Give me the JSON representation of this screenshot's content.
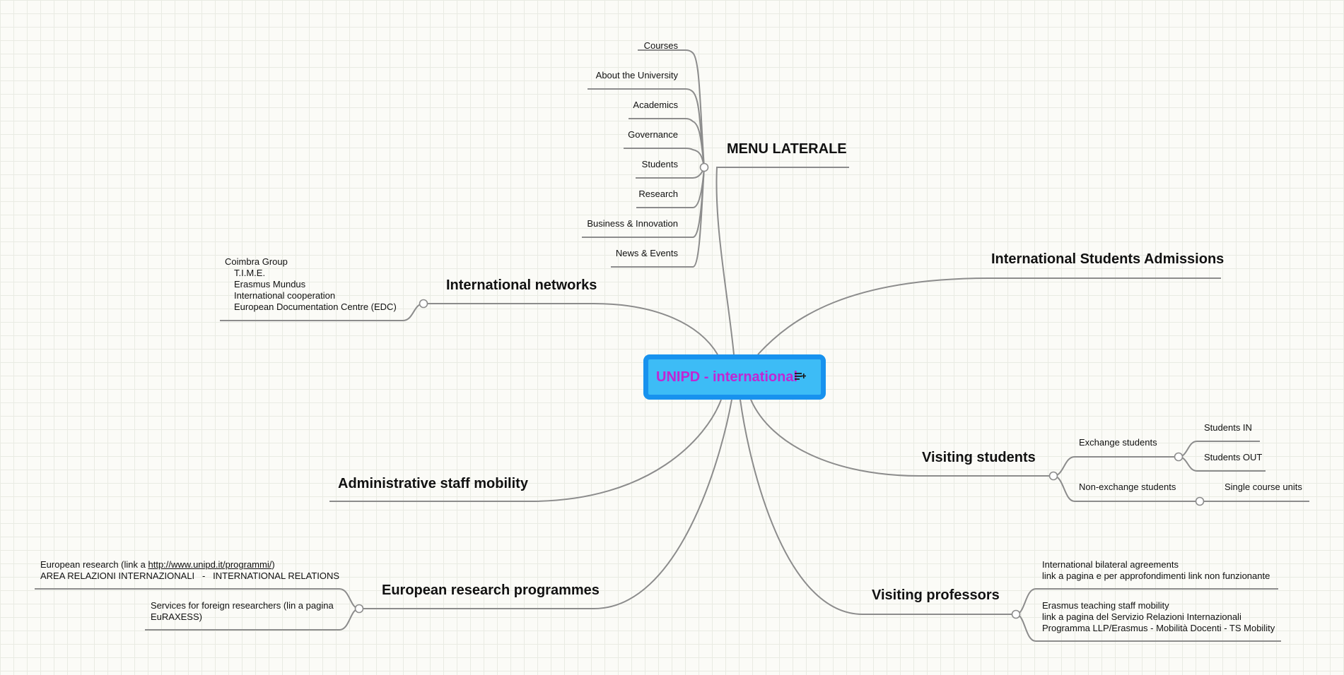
{
  "root": {
    "title": "UNIPD - international",
    "icon": "note-icon"
  },
  "menu_laterale": {
    "title": "MENU LATERALE",
    "items": [
      "Courses",
      "About the University",
      "Academics",
      "Governance",
      "Students",
      "Research",
      "Business & Innovation",
      "News & Events"
    ]
  },
  "international_networks": {
    "title": "International networks",
    "lines": [
      "Coimbra Group",
      "T.I.M.E.",
      "Erasmus Mundus",
      "International cooperation",
      "European Documentation Centre (EDC)"
    ]
  },
  "international_students_admissions": {
    "title": "International Students Admissions"
  },
  "administrative_staff_mobility": {
    "title": "Administrative staff mobility"
  },
  "visiting_students": {
    "title": "Visiting students",
    "exchange": {
      "label": "Exchange students",
      "children": [
        "Students IN",
        "Students OUT"
      ]
    },
    "non_exchange": {
      "label": "Non-exchange students",
      "children": [
        "Single course units"
      ]
    }
  },
  "european_research_programmes": {
    "title": "European research programmes",
    "item1": {
      "line1_prefix": "European research (link a ",
      "line1_link": "http://www.unipd.it/programmi/",
      "line1_suffix": ")",
      "line2": "AREA RELAZIONI INTERNAZIONALI   -   INTERNATIONAL RELATIONS"
    },
    "item2": {
      "line1": "Services for foreign researchers (lin a pagina",
      "line2": "EuRAXESS)"
    }
  },
  "visiting_professors": {
    "title": "Visiting professors",
    "item1": {
      "line1": "International bilateral agreements",
      "line2": "link a pagina e per approfondimenti link non funzionante"
    },
    "item2": {
      "line1": "Erasmus teaching staff mobility",
      "line2": "link a pagina del Servizio Relazioni Internazionali",
      "line3": "Programma LLP/Erasmus - Mobilità Docenti - TS Mobility"
    }
  },
  "colors": {
    "root_fill": "#3dbcf6",
    "root_border": "#1892ee",
    "root_text": "#c026d3",
    "line": "#8c8c8c"
  }
}
